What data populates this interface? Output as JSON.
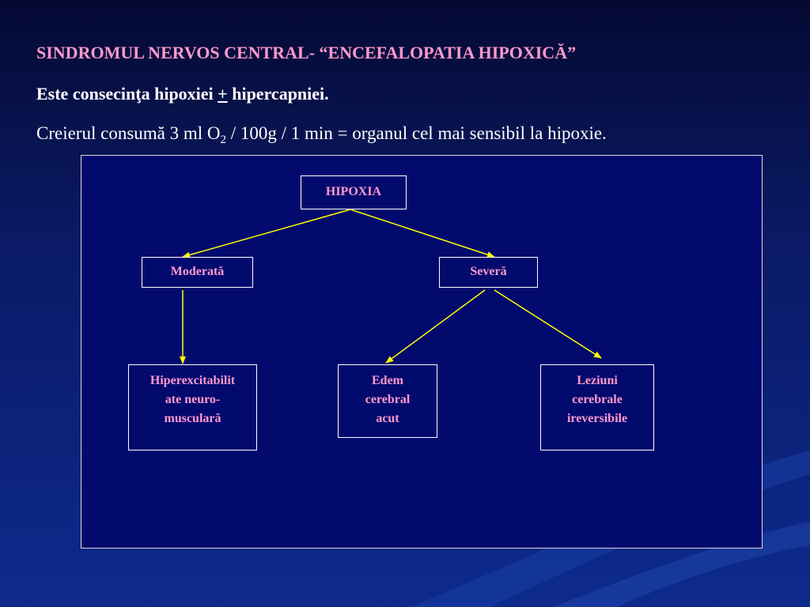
{
  "slide": {
    "title": "SINDROMUL NERVOS CENTRAL- “ENCEFALOPATIA HIPOXICĂ”",
    "subtitle_prefix": "Este consecinţa hipoxiei ",
    "subtitle_symbol": "+",
    "subtitle_suffix": " hipercapniei.",
    "body_prefix": "Creierul consumă 3 ml O",
    "body_subscript": "2",
    "body_suffix": " / 100g / 1 min = organul cel mai sensibil la hipoxie."
  },
  "diagram": {
    "nodes": {
      "root": "HIPOXIA",
      "moderate": "Moderată",
      "severe": "Severă",
      "hyperexcitability": "Hiperexcitabilit\nate neuro-\nmusculară",
      "edema": "Edem\ncerebral\nacut",
      "lesions": "Leziuni\ncerebrale\nireversibile"
    }
  },
  "colors": {
    "title": "#ff99cc",
    "node_text": "#ff99cc",
    "arrow": "#ffff00",
    "panel_background": "#030a6e",
    "slide_background": "#0a1a66"
  }
}
